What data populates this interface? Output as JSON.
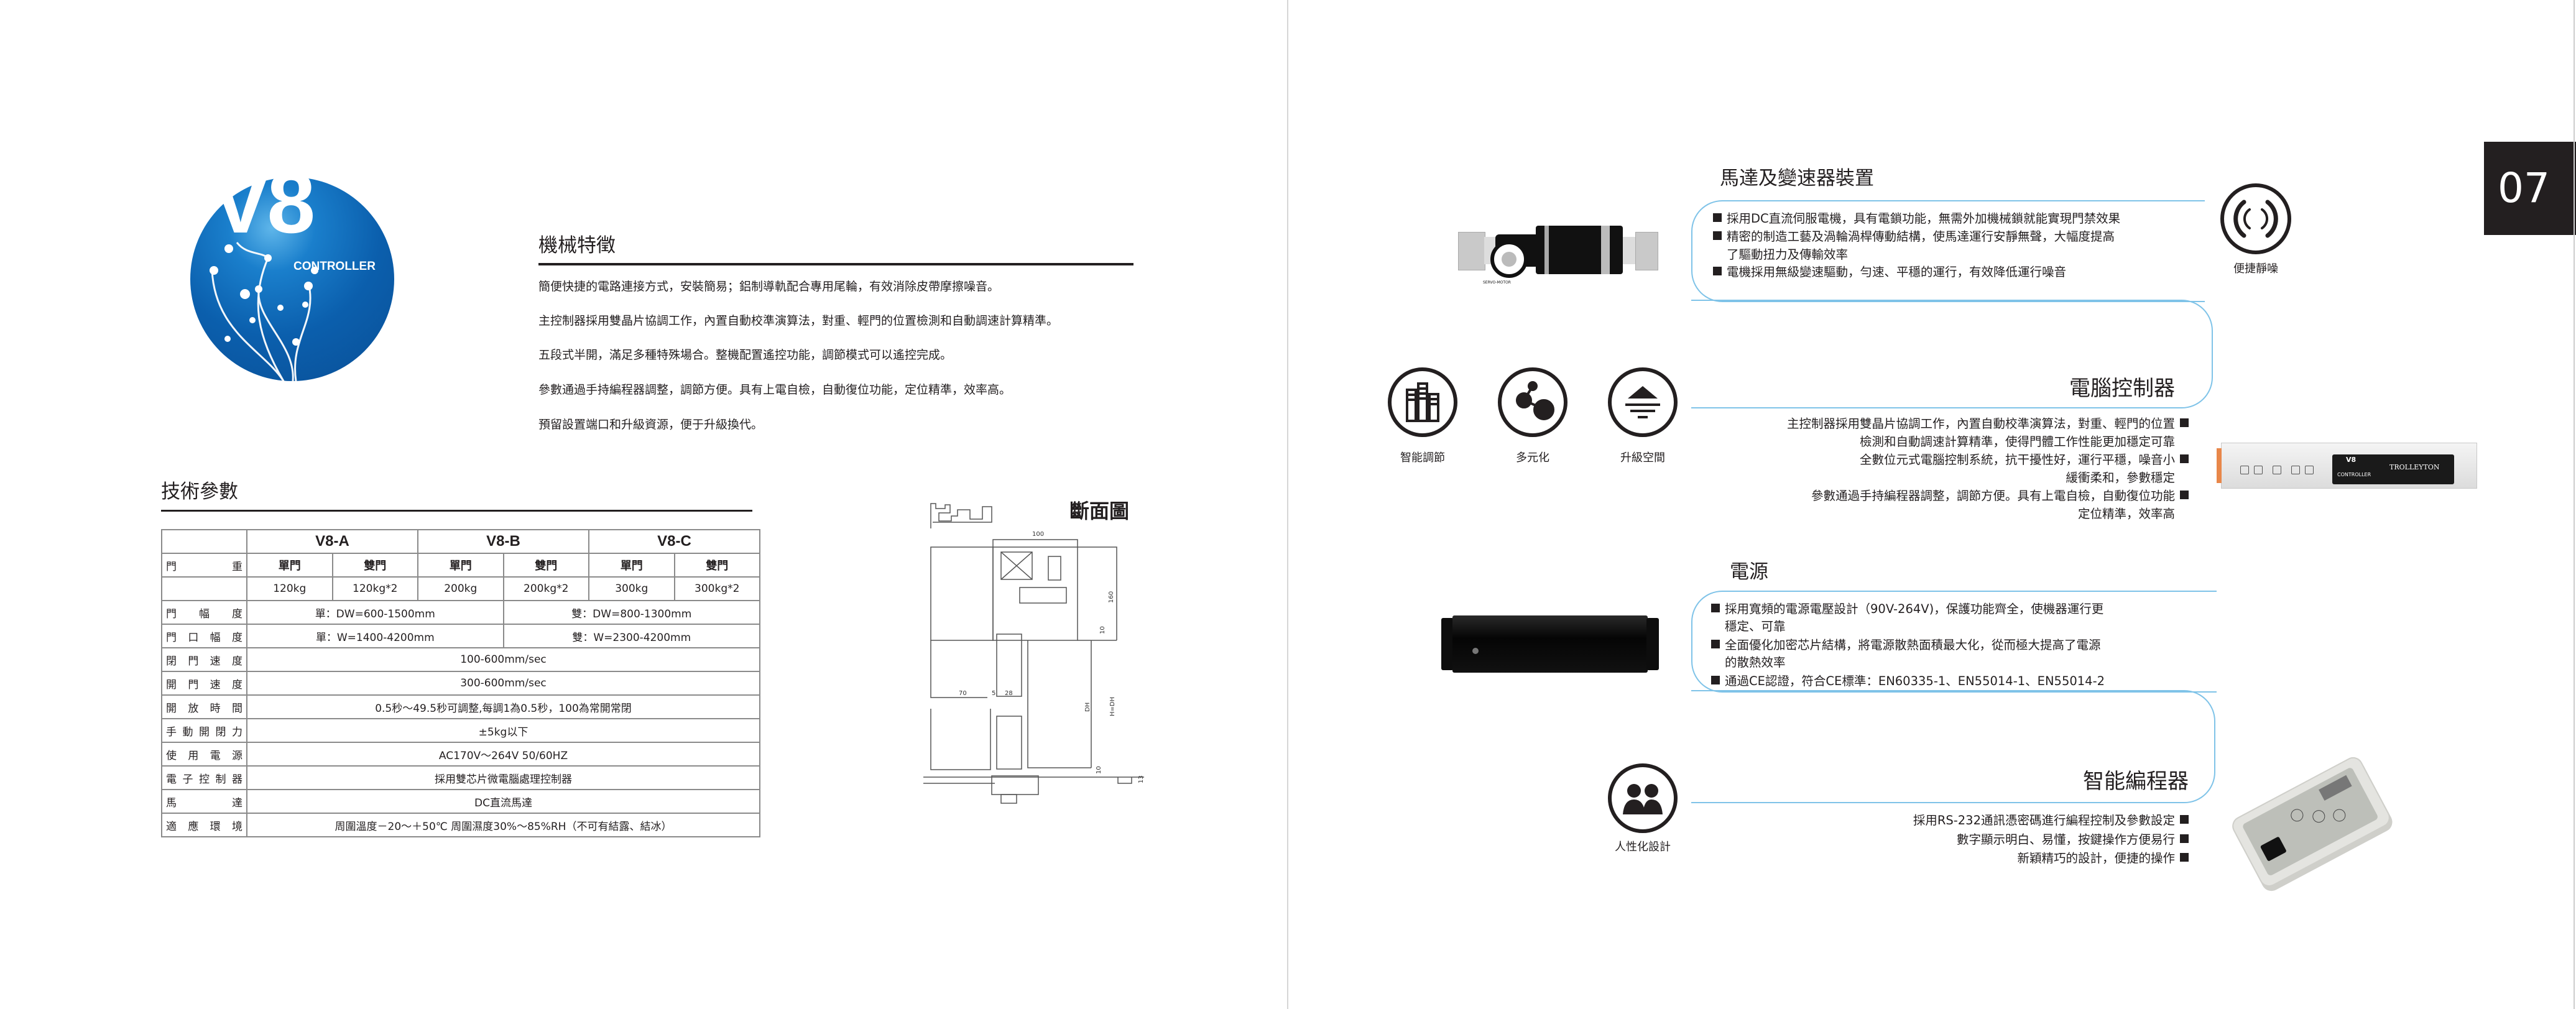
{
  "logo": {
    "mark": "V8",
    "sub": "CONTROLLER",
    "color": "#0b5fad"
  },
  "features": {
    "title": "機械特徵",
    "paragraphs": [
      "簡便快捷的電路連接方式，安裝簡易；鋁制導軌配合專用尾輪，有效消除皮帶摩擦噪音。",
      "主控制器採用雙晶片協調工作，內置自動校準演算法，對重、輕門的位置檢測和自動調速計算精準。",
      "五段式半開，滿足多種特殊場合。整機配置遙控功能，調節模式可以遙控完成。",
      "參數通過手持編程器調整，調節方便。具有上電自檢，自動復位功能，定位精準，效率高。",
      "預留設置端口和升級資源，便于升級換代。"
    ]
  },
  "specs": {
    "title": "技術參數",
    "models": [
      "V8-A",
      "V8-B",
      "V8-C"
    ],
    "door_weight_label": "門重",
    "door_types": [
      "單門",
      "雙門",
      "單門",
      "雙門",
      "單門",
      "雙門"
    ],
    "weights": [
      "120kg",
      "120kg*2",
      "200kg",
      "200kg*2",
      "300kg",
      "300kg*2"
    ],
    "rows": [
      {
        "label": "門幅度",
        "single": "單：DW=600-1500mm",
        "double": "雙：DW=800-1300mm"
      },
      {
        "label": "門口幅度",
        "single": "單：W=1400-4200mm",
        "double": "雙：W=2300-4200mm"
      },
      {
        "label": "閉門速度",
        "value": "100-600mm/sec"
      },
      {
        "label": "開門速度",
        "value": "300-600mm/sec"
      },
      {
        "label": "開放時間",
        "value": "0.5秒～49.5秒可調整,每調1為0.5秒，100為常開常閉"
      },
      {
        "label": "手動開閉力",
        "value": "±5kg以下"
      },
      {
        "label": "使用電源",
        "value": "AC170V～264V 50/60HZ"
      },
      {
        "label": "電子控制器",
        "value": "採用雙芯片微電腦處理控制器"
      },
      {
        "label": "馬達",
        "value": "DC直流馬達"
      },
      {
        "label": "適應環境",
        "value": "周圍溫度－20～＋50℃ 周圍濕度30%～85%RH（不可有結露、結冰）"
      }
    ]
  },
  "section_drawing": {
    "title": "斷面圖",
    "dims": [
      "100",
      "160",
      "10",
      "70",
      "5",
      "28",
      "DH",
      "H=DH",
      "10",
      "13"
    ]
  },
  "page_number": "07",
  "motor": {
    "title": "馬達及變速器裝置",
    "bullets": [
      "採用DC直流伺服電機，具有電鎖功能，無需外加機械鎖就能實現門禁效果",
      "精密的制造工藝及渦輪渦桿傳動結構，使馬達運行安靜無聲，大幅度提高",
      "了驅動扭力及傳輸效率",
      "電機採用無級變速驅動，勻速、平穩的運行，有效降低運行噪音"
    ],
    "photo_label": "SERVO-MOTOR"
  },
  "controller": {
    "title": "電腦控制器",
    "lines": [
      "主控制器採用雙晶片協調工作，內置自動校準演算法，對重、輕門的位置",
      "檢測和自動調速計算精準，使得門體工作性能更加穩定可靠",
      "全數位元式電腦控制系統，抗干擾性好，運行平穩，噪音小",
      "緩衝柔和，參數穩定",
      "參數通過手持編程器調整，調節方便。具有上電自檢，自動復位功能",
      "定位精準，效率高"
    ],
    "photo_brand": "TROLLEYTON",
    "photo_model": "V8",
    "photo_model_sub": "CONTROLLER"
  },
  "power": {
    "title": "電源",
    "bullets": [
      "採用寬頻的電源電壓設計（90V-264V)，保護功能齊全，使機器運行更",
      "穩定、可靠",
      "全面優化加密芯片結構，將電源散熱面積最大化，從而極大提高了電源",
      "的散熱效率",
      "通過CE認證，符合CE標準：EN60335-1、EN55014-1、EN55014-2"
    ]
  },
  "programmer": {
    "title": "智能編程器",
    "lines": [
      "採用RS-232通訊憑密碼進行編程控制及參數設定",
      "數字顯示明白、易懂，按鍵操作方便易行",
      "新穎精巧的設計，便捷的操作"
    ]
  },
  "icons": [
    {
      "name": "quiet-icon",
      "label": "便捷靜噪"
    },
    {
      "name": "smart-adjust-icon",
      "label": "智能調節"
    },
    {
      "name": "diversified-icon",
      "label": "多元化"
    },
    {
      "name": "upgrade-icon",
      "label": "升級空間"
    },
    {
      "name": "user-friendly-icon",
      "label": "人性化設計"
    }
  ],
  "accent_color": "#7fc3e8"
}
